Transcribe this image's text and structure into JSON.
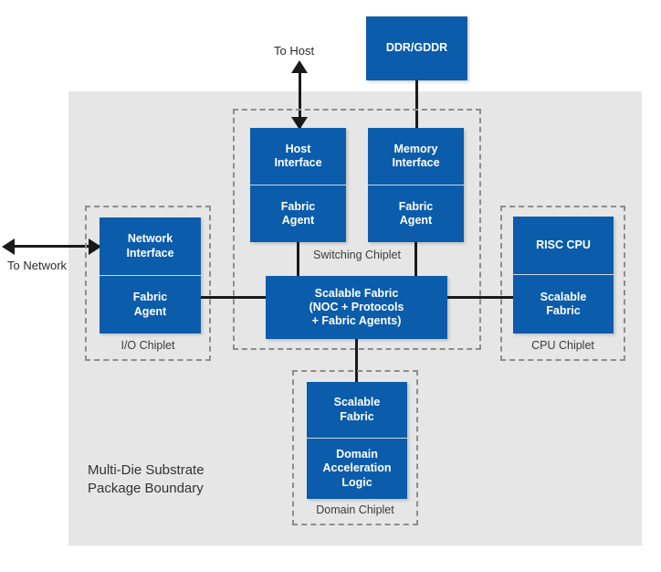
{
  "diagram": {
    "caption": "Multi-Die Substrate\nPackage Boundary",
    "substrate_color": "#e6e6e6",
    "block_color": "#0b5cab",
    "dash_color": "#8d8d8d",
    "line_color": "#1a1a1a"
  },
  "external": {
    "memory": "DDR/GDDR",
    "to_host": "To Host",
    "to_network": "To Network"
  },
  "chiplets": {
    "io": {
      "label": "I/O Chiplet",
      "blocks": [
        {
          "title": "Network\nInterface"
        },
        {
          "title": "Fabric\nAgent"
        }
      ]
    },
    "switching": {
      "label": "Switching Chiplet",
      "blocks": [
        {
          "title": "Host\nInterface"
        },
        {
          "title": "Fabric\nAgent"
        },
        {
          "title": "Memory\nInterface"
        },
        {
          "title": "Fabric\nAgent"
        },
        {
          "title": "Scalable Fabric\n(NOC + Protocols\n+ Fabric Agents)"
        }
      ]
    },
    "cpu": {
      "label": "CPU Chiplet",
      "blocks": [
        {
          "title": "RISC CPU"
        },
        {
          "title": "Scalable\nFabric"
        }
      ]
    },
    "domain": {
      "label": "Domain Chiplet",
      "blocks": [
        {
          "title": "Scalable\nFabric"
        },
        {
          "title": "Domain\nAcceleration\nLogic"
        }
      ]
    }
  }
}
